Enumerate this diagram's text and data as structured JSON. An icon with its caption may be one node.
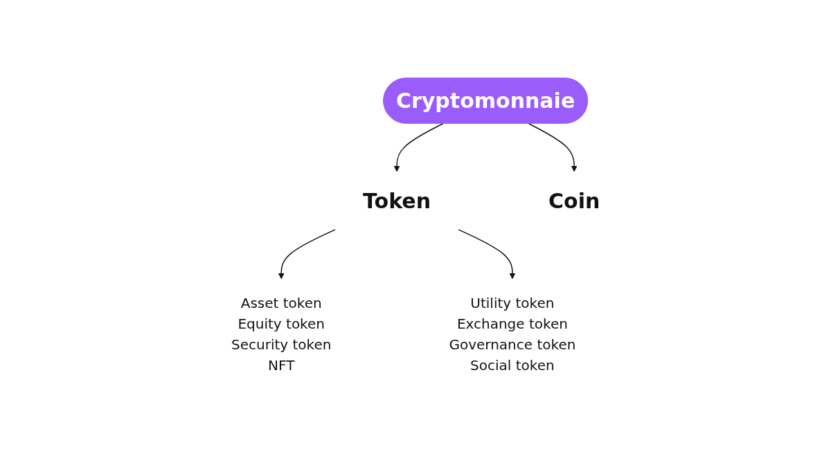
{
  "diagram": {
    "nodes": [
      {
        "text": [
          "Cryptomonnaie"
        ]
      },
      {
        "text": [
          "Token"
        ]
      },
      {
        "text": [
          "Coin"
        ]
      },
      {
        "text": [
          "Asset token",
          "Equity token",
          "Security token",
          "NFT"
        ]
      },
      {
        "text": [
          "Utility token",
          "Exchange token",
          "Governance token",
          "Social token"
        ]
      }
    ],
    "edges": [
      {
        "from": 0,
        "to": 1,
        "arrow": "to"
      },
      {
        "from": 0,
        "to": 2,
        "arrow": "to"
      },
      {
        "from": 1,
        "to": 3,
        "arrow": "to"
      },
      {
        "from": 1,
        "to": 4,
        "arrow": "to"
      }
    ]
  }
}
